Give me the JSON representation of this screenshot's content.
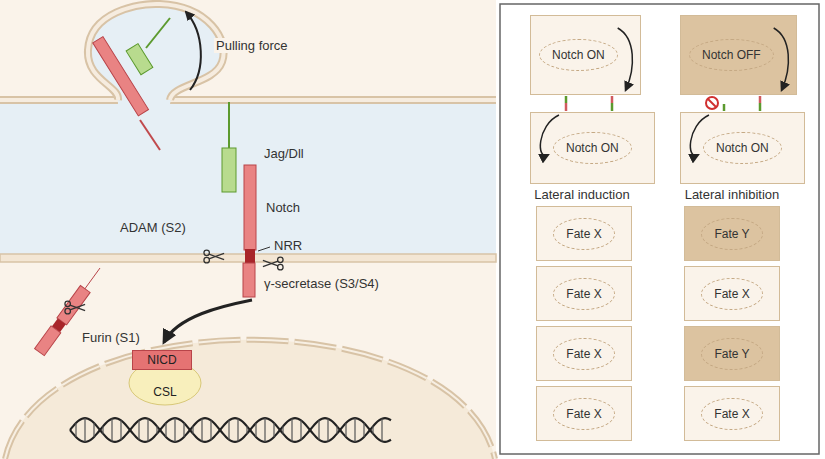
{
  "diagram": {
    "nodes": [
      {
        "text": [
          "NICD"
        ]
      },
      {
        "text": [
          "CSL"
        ]
      },
      {
        "text": [
          "Notch ON"
        ]
      },
      {
        "text": [
          "Notch OFF"
        ]
      },
      {
        "text": [
          "Notch ON"
        ]
      },
      {
        "text": [
          "Notch ON"
        ]
      },
      {
        "text": [
          "Fate X"
        ]
      },
      {
        "text": [
          "Fate Y"
        ]
      },
      {
        "text": [
          "Fate X"
        ]
      },
      {
        "text": [
          "Fate X"
        ]
      },
      {
        "text": [
          "Fate X"
        ]
      },
      {
        "text": [
          "Fate Y"
        ]
      },
      {
        "text": [
          "Fate X"
        ]
      },
      {
        "text": [
          "Fate X"
        ]
      }
    ],
    "labels": [
      "Pulling force",
      "Jag/Dll",
      "Notch",
      "ADAM (S2)",
      "NRR",
      "γ-secretase (S3/S4)",
      "Furin (S1)",
      "Lateral induction",
      "Lateral inhibition"
    ]
  }
}
